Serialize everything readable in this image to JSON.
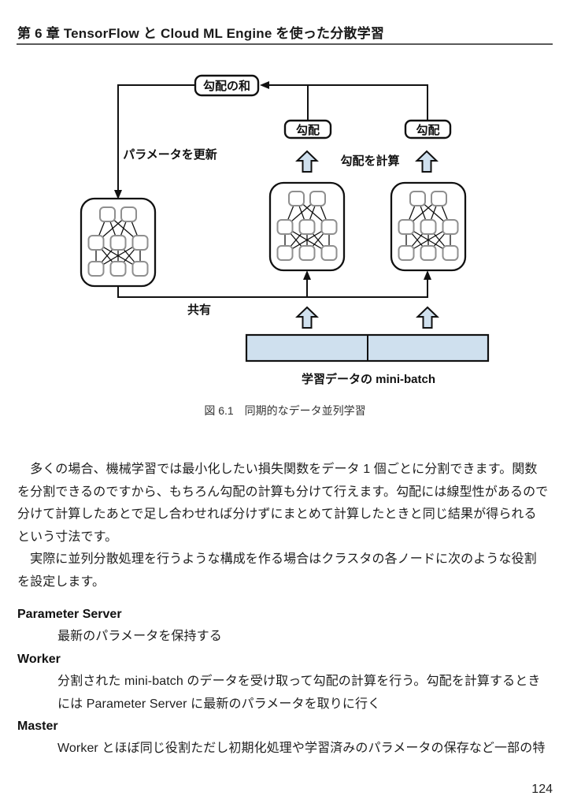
{
  "page": {
    "header": "第 6 章 TensorFlow と Cloud ML Engine を使った分散学習",
    "page_number": "124"
  },
  "figure": {
    "caption": "図 6.1　同期的なデータ並列学習",
    "labels": {
      "gradient_sum": "勾配の和",
      "gradient_left": "勾配",
      "gradient_right": "勾配",
      "update_params": "パラメータを更新",
      "compute_gradient": "勾配を計算",
      "share": "共有",
      "minibatch": "学習データの mini-batch"
    },
    "colors": {
      "arrow_fill": "#cfe0ee",
      "minibatch_fill": "#cfe0ee"
    }
  },
  "body": {
    "para1": {
      "lines": [
        "　多くの場合、機械学習では最小化したい損失関数をデータ 1 個ごとに分割できます。関数",
        "を分割できるのですから、もちろん勾配の計算も分けて行えます。勾配には線型性があるので",
        "分けて計算したあとで足し合わせれば分けずにまとめて計算したときと同じ結果が得られる",
        "という寸法です。"
      ]
    },
    "para2": {
      "lines": [
        "　実際に並列分散処理を行うような構成を作る場合はクラスタの各ノードに次のような役割",
        "を設定します。"
      ]
    },
    "definitions": [
      {
        "term": "Parameter Server",
        "desc_lines": [
          "最新のパラメータを保持する"
        ]
      },
      {
        "term": "Worker",
        "desc_lines": [
          "分割された mini-batch のデータを受け取って勾配の計算を行う。勾配を計算するとき",
          "には Parameter Server に最新のパラメータを取りに行く"
        ]
      },
      {
        "term": "Master",
        "desc_lines": [
          "Worker とほぼ同じ役割ただし初期化処理や学習済みのパラメータの保存など一部の特"
        ]
      }
    ]
  }
}
